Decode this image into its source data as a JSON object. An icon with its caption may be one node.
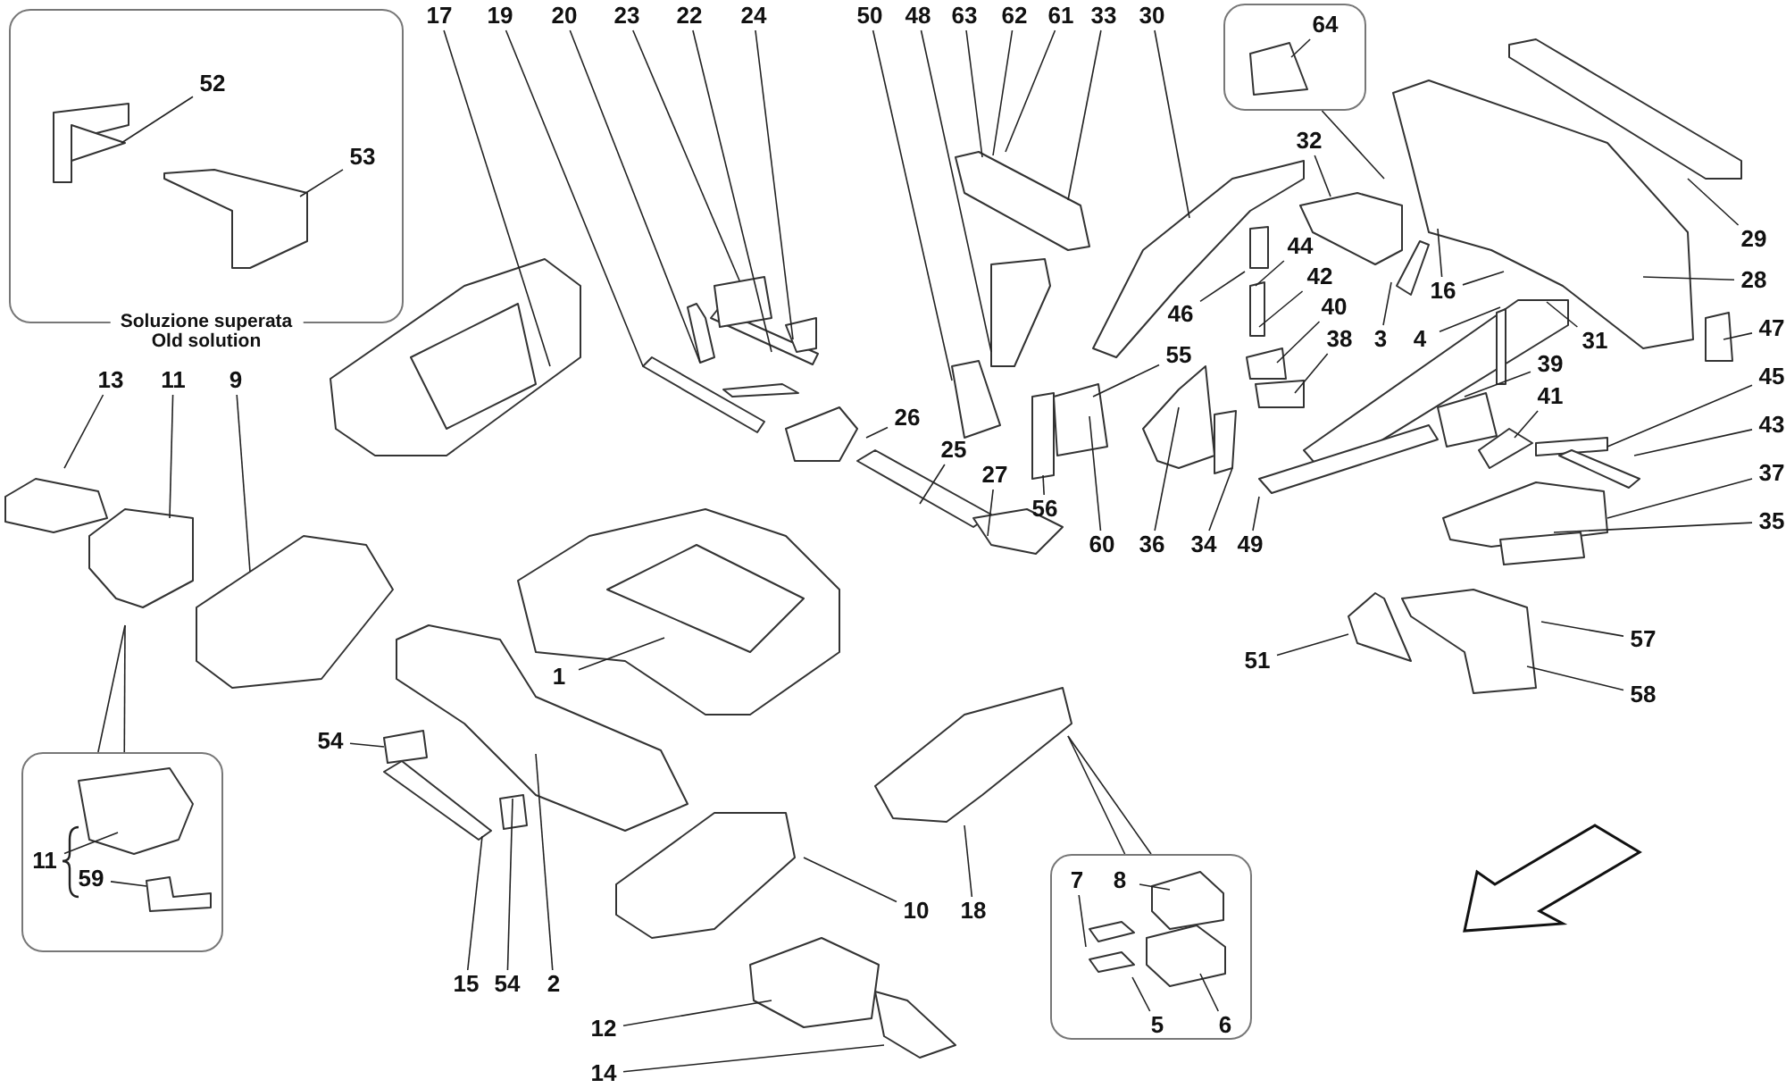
{
  "diagram": {
    "nodes": [
      {
        "text": [
          "Soluzione superata",
          "Old solution"
        ]
      },
      {
        "text": [
          "52"
        ],
        "in": 0
      },
      {
        "text": [
          "53"
        ],
        "in": 0
      },
      {
        "text": [
          "17"
        ]
      },
      {
        "text": [
          "19"
        ]
      },
      {
        "text": [
          "20"
        ]
      },
      {
        "text": [
          "23"
        ]
      },
      {
        "text": [
          "22"
        ]
      },
      {
        "text": [
          "24"
        ]
      },
      {
        "text": [
          "50"
        ]
      },
      {
        "text": [
          "48"
        ]
      },
      {
        "text": [
          "63"
        ]
      },
      {
        "text": [
          "62"
        ]
      },
      {
        "text": [
          "61"
        ]
      },
      {
        "text": [
          "33"
        ]
      },
      {
        "text": [
          "30"
        ]
      },
      {
        "text": [],
        "shape": "box"
      },
      {
        "text": [
          "64"
        ],
        "in": 16
      },
      {
        "text": [
          "32"
        ]
      },
      {
        "text": [
          "29"
        ]
      },
      {
        "text": [
          "28"
        ]
      },
      {
        "text": [
          "16"
        ]
      },
      {
        "text": [
          "3"
        ]
      },
      {
        "text": [
          "4"
        ]
      },
      {
        "text": [
          "31"
        ]
      },
      {
        "text": [
          "46"
        ]
      },
      {
        "text": [
          "44"
        ]
      },
      {
        "text": [
          "42"
        ]
      },
      {
        "text": [
          "40"
        ]
      },
      {
        "text": [
          "38"
        ]
      },
      {
        "text": [
          "47"
        ]
      },
      {
        "text": [
          "39"
        ]
      },
      {
        "text": [
          "41"
        ]
      },
      {
        "text": [
          "45"
        ]
      },
      {
        "text": [
          "43"
        ]
      },
      {
        "text": [
          "37"
        ]
      },
      {
        "text": [
          "35"
        ]
      },
      {
        "text": [
          "55"
        ]
      },
      {
        "text": [
          "13"
        ]
      },
      {
        "text": [
          "11"
        ]
      },
      {
        "text": [
          "9"
        ]
      },
      {
        "text": [
          "26"
        ]
      },
      {
        "text": [
          "25"
        ]
      },
      {
        "text": [
          "27"
        ]
      },
      {
        "text": [
          "56"
        ]
      },
      {
        "text": [
          "60"
        ]
      },
      {
        "text": [
          "36"
        ]
      },
      {
        "text": [
          "34"
        ]
      },
      {
        "text": [
          "49"
        ]
      },
      {
        "text": [
          "1"
        ]
      },
      {
        "text": [
          "51"
        ]
      },
      {
        "text": [
          "57"
        ]
      },
      {
        "text": [
          "58"
        ]
      },
      {
        "text": [],
        "shape": "box"
      },
      {
        "text": [
          "11"
        ],
        "in": 53
      },
      {
        "text": [
          "59"
        ],
        "in": 53
      },
      {
        "text": [
          "54"
        ]
      },
      {
        "text": [
          "10"
        ]
      },
      {
        "text": [
          "18"
        ]
      },
      {
        "text": [],
        "shape": "box"
      },
      {
        "text": [
          "7"
        ],
        "in": 59
      },
      {
        "text": [
          "8"
        ],
        "in": 59
      },
      {
        "text": [
          "5"
        ],
        "in": 59
      },
      {
        "text": [
          "6"
        ],
        "in": 59
      },
      {
        "text": [
          "15"
        ]
      },
      {
        "text": [
          "54"
        ]
      },
      {
        "text": [
          "2"
        ]
      },
      {
        "text": [
          "12"
        ]
      },
      {
        "text": [
          "14"
        ]
      }
    ],
    "edges": [
      {
        "from": 1,
        "to": null,
        "arrow": "none"
      },
      {
        "from": 2,
        "to": null,
        "arrow": "none"
      },
      {
        "from": 3,
        "to": null,
        "arrow": "none"
      },
      {
        "from": 4,
        "to": null,
        "arrow": "none"
      },
      {
        "from": 5,
        "to": null,
        "arrow": "none"
      },
      {
        "from": 6,
        "to": null,
        "arrow": "none"
      },
      {
        "from": 7,
        "to": null,
        "arrow": "none"
      },
      {
        "from": 8,
        "to": null,
        "arrow": "none"
      },
      {
        "from": 9,
        "to": null,
        "arrow": "none"
      },
      {
        "from": 10,
        "to": null,
        "arrow": "none"
      },
      {
        "from": 11,
        "to": null,
        "arrow": "none"
      },
      {
        "from": 12,
        "to": null,
        "arrow": "none"
      },
      {
        "from": 13,
        "to": null,
        "arrow": "none"
      },
      {
        "from": 14,
        "to": null,
        "arrow": "none"
      },
      {
        "from": 15,
        "to": null,
        "arrow": "none"
      },
      {
        "from": 16,
        "to": null,
        "arrow": "none"
      },
      {
        "from": 17,
        "to": null,
        "arrow": "none"
      },
      {
        "from": 18,
        "to": null,
        "arrow": "none"
      },
      {
        "from": 19,
        "to": null,
        "arrow": "none"
      },
      {
        "from": 20,
        "to": null,
        "arrow": "none"
      },
      {
        "from": 21,
        "to": null,
        "arrow": "none"
      },
      {
        "from": 21,
        "to": null,
        "arrow": "none"
      },
      {
        "from": 22,
        "to": null,
        "arrow": "none"
      },
      {
        "from": 23,
        "to": null,
        "arrow": "none"
      },
      {
        "from": 24,
        "to": null,
        "arrow": "none"
      },
      {
        "from": 25,
        "to": null,
        "arrow": "none"
      },
      {
        "from": 26,
        "to": null,
        "arrow": "none"
      },
      {
        "from": 27,
        "to": null,
        "arrow": "none"
      },
      {
        "from": 28,
        "to": null,
        "arrow": "none"
      },
      {
        "from": 29,
        "to": null,
        "arrow": "none"
      },
      {
        "from": 30,
        "to": null,
        "arrow": "none"
      },
      {
        "from": 31,
        "to": null,
        "arrow": "none"
      },
      {
        "from": 32,
        "to": null,
        "arrow": "none"
      },
      {
        "from": 33,
        "to": null,
        "arrow": "none"
      },
      {
        "from": 34,
        "to": null,
        "arrow": "none"
      },
      {
        "from": 35,
        "to": null,
        "arrow": "none"
      },
      {
        "from": 36,
        "to": null,
        "arrow": "none"
      },
      {
        "from": 37,
        "to": null,
        "arrow": "none"
      },
      {
        "from": 38,
        "to": null,
        "arrow": "none"
      },
      {
        "from": 39,
        "to": null,
        "arrow": "none"
      },
      {
        "from": 40,
        "to": null,
        "arrow": "none"
      },
      {
        "from": 41,
        "to": null,
        "arrow": "none"
      },
      {
        "from": 42,
        "to": null,
        "arrow": "none"
      },
      {
        "from": 43,
        "to": null,
        "arrow": "none"
      },
      {
        "from": 44,
        "to": null,
        "arrow": "none"
      },
      {
        "from": 45,
        "to": null,
        "arrow": "none"
      },
      {
        "from": 46,
        "to": null,
        "arrow": "none"
      },
      {
        "from": 47,
        "to": null,
        "arrow": "none"
      },
      {
        "from": 48,
        "to": null,
        "arrow": "none"
      },
      {
        "from": 49,
        "to": null,
        "arrow": "none"
      },
      {
        "from": 50,
        "to": null,
        "arrow": "none"
      },
      {
        "from": 51,
        "to": null,
        "arrow": "none"
      },
      {
        "from": 52,
        "to": null,
        "arrow": "none"
      },
      {
        "from": 53,
        "to": null,
        "arrow": "none"
      },
      {
        "from": 53,
        "to": null,
        "arrow": "none"
      },
      {
        "from": 54,
        "to": null,
        "arrow": "none"
      },
      {
        "from": 55,
        "to": null,
        "arrow": "none"
      },
      {
        "from": 56,
        "to": null,
        "arrow": "none"
      },
      {
        "from": 57,
        "to": null,
        "arrow": "none"
      },
      {
        "from": 58,
        "to": null,
        "arrow": "none"
      },
      {
        "from": 59,
        "to": null,
        "arrow": "none"
      },
      {
        "from": 59,
        "to": null,
        "arrow": "none"
      },
      {
        "from": 60,
        "to": null,
        "arrow": "none"
      },
      {
        "from": 61,
        "to": null,
        "arrow": "none"
      },
      {
        "from": 62,
        "to": null,
        "arrow": "none"
      },
      {
        "from": 63,
        "to": null,
        "arrow": "none"
      },
      {
        "from": 64,
        "to": null,
        "arrow": "none"
      },
      {
        "from": 65,
        "to": null,
        "arrow": "none"
      },
      {
        "from": 66,
        "to": null,
        "arrow": "none"
      },
      {
        "from": 67,
        "to": null,
        "arrow": "none"
      },
      {
        "from": 68,
        "to": null,
        "arrow": "none"
      }
    ]
  }
}
